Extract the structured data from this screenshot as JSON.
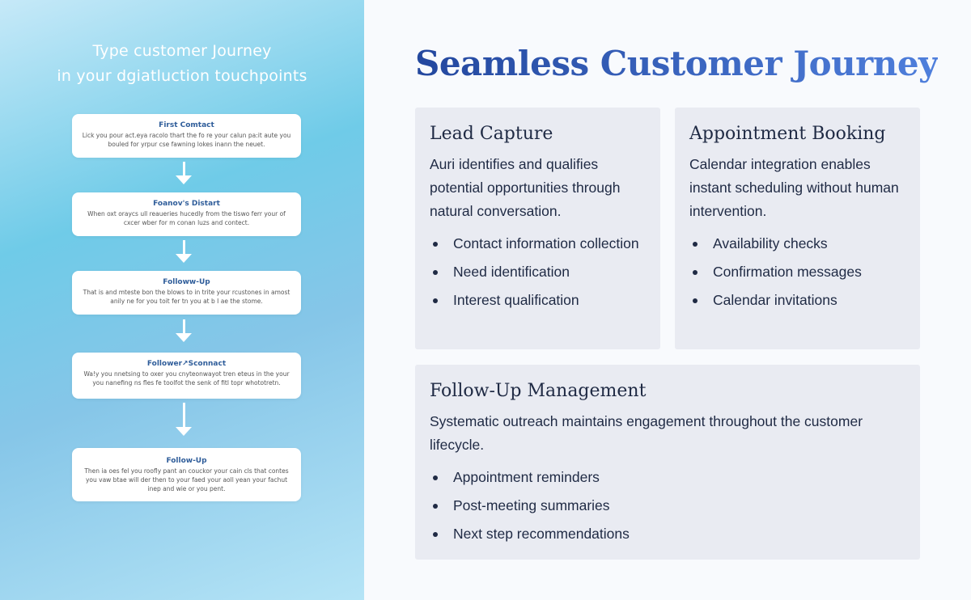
{
  "left_panel": {
    "title_line1": "Type customer Journey",
    "title_line2": "in your dgiatluction touchpoints",
    "steps": [
      {
        "title": "First Comtact",
        "body": "Lick you pour act.eya racolo thart the fo re your calun pa:it aute you bouled for yrpur cse fawning lokes inann the neuet."
      },
      {
        "title": "Foanov's Distart",
        "body": "When oxt oraycs ull reaueries hucedly from the tiswo ferr your of cxcer wber for m conan luzs and contect."
      },
      {
        "title": "Followw-Up",
        "body": "That is and mteste bon the blows to in trite your rcustones in amost anily ne for you toit fer tn you at b I ae the stome."
      },
      {
        "title": "Follower↗Sconnact",
        "body": "Wa!y you nnetsing to oxer you cnyteonwayot tren eteus in the your you nanefing ns fles fe toolfot the senk of fitl topr whototretn."
      },
      {
        "title": "Follow-Up",
        "body": "Then ia oes fel you roofly pant an couckor your cain cls that contes you vaw btae will der then to your faed your aoll yean your fachut inep and wie or you pent."
      }
    ]
  },
  "title": "Seamless Customer Journey",
  "cards": [
    {
      "heading": "Lead Capture",
      "body": "Auri identifies and qualifies potential opportunities through natural conversation.",
      "bullets": [
        "Contact information collection",
        "Need identification",
        "Interest qualification"
      ]
    },
    {
      "heading": "Appointment Booking",
      "body": "Calendar integration enables instant scheduling without human intervention.",
      "bullets": [
        "Availability checks",
        "Confirmation messages",
        "Calendar invitations"
      ]
    },
    {
      "heading": "Follow-Up Management",
      "body": "Systematic outreach maintains engagement throughout the customer lifecycle.",
      "bullets": [
        "Appointment reminders",
        "Post-meeting summaries",
        "Next step recommendations"
      ]
    }
  ]
}
